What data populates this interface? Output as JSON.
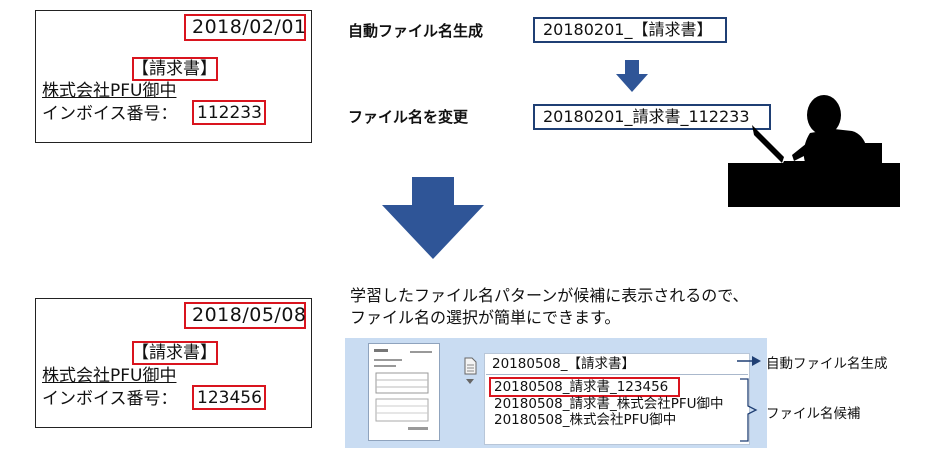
{
  "doc_top": {
    "date": "2018/02/01",
    "title": "【請求書】",
    "company": "株式会社PFU御中",
    "invoice_label": "インボイス番号：",
    "invoice_number": "112233"
  },
  "doc_bottom": {
    "date": "2018/05/08",
    "title": "【請求書】",
    "company": "株式会社PFU御中",
    "invoice_label": "インボイス番号：",
    "invoice_number": "123456"
  },
  "flow": {
    "auto_label": "自動ファイル名生成",
    "auto_name": "20180201_【請求書】",
    "change_label": "ファイル名を変更",
    "changed_name": "20180201_請求書_112233"
  },
  "caption": {
    "line1": "学習したファイル名パターンが候補に表示されるので、",
    "line2": "ファイル名の選択が簡単にできます。"
  },
  "suggestion_ui": {
    "top_item": "20180508_【請求書】",
    "candidates": [
      "20180508_請求書_123456",
      "20180508_請求書_株式会社PFU御中",
      "20180508_株式会社PFU御中"
    ],
    "auto_label": "自動ファイル名生成",
    "candidates_label": "ファイル名候補"
  },
  "colors": {
    "highlight": "#d9141e",
    "arrow": "#2f5597",
    "namebox_border": "#1f3f74",
    "panel": "#c9dcf2"
  }
}
